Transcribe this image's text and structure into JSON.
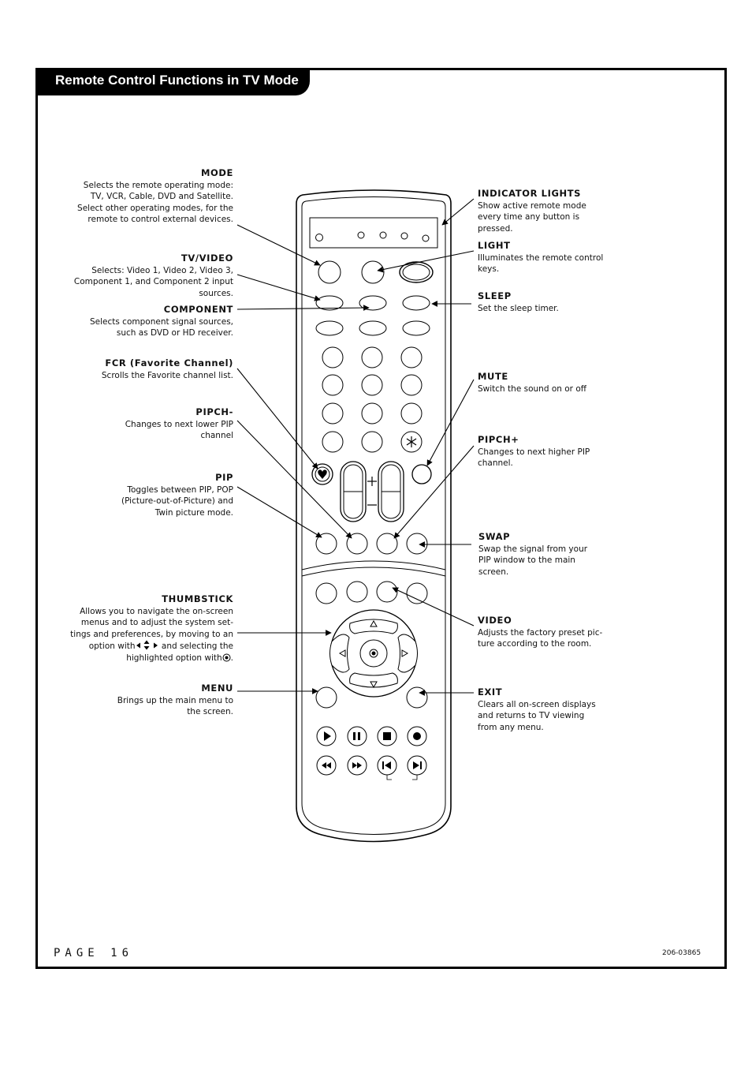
{
  "header": {
    "title": "Remote Control Functions in TV Mode"
  },
  "callouts_left": {
    "mode": {
      "label": "MODE",
      "desc": "Selects the remote operating mode: TV, VCR, Cable, DVD and Satellite. Select other operating modes, for the remote to control external devices."
    },
    "tv_video": {
      "label": "TV/VIDEO",
      "desc": "Selects: Video 1, Video 2, Video 3, Component 1, and Component 2 input sources."
    },
    "component": {
      "label": "COMPONENT",
      "desc": "Selects component signal sources, such as DVD or HD receiver."
    },
    "fcr": {
      "label": "FCR (Favorite Channel)",
      "desc": "Scrolls the Favorite channel list."
    },
    "pipch_minus": {
      "label": "PIPCH-",
      "desc": "Changes to next lower PIP channel"
    },
    "pip": {
      "label": "PIP",
      "desc": "Toggles between PIP, POP (Picture-out-of-Picture) and Twin picture mode."
    },
    "thumbstick": {
      "label": "THUMBSTICK",
      "desc_part1": "Allows you to navigate the on-screen menus and to adjust the system set-tings and preferences, by moving to an option with",
      "desc_part2": "and selecting the highlighted option with",
      "desc_part3": "."
    },
    "menu": {
      "label": "MENU",
      "desc": "Brings up the main menu to the screen."
    }
  },
  "callouts_right": {
    "indicator_lights": {
      "label": "INDICATOR LIGHTS",
      "desc": "Show active remote mode every time any button is pressed."
    },
    "light": {
      "label": "LIGHT",
      "desc": "Illuminates the remote control keys."
    },
    "sleep": {
      "label": "SLEEP",
      "desc": "Set the sleep timer."
    },
    "mute": {
      "label": "MUTE",
      "desc": "Switch the sound on or off"
    },
    "pipch_plus": {
      "label": "PIPCH+",
      "desc": "Changes to next higher PIP channel."
    },
    "swap": {
      "label": "SWAP",
      "desc": "Swap the signal from your PIP window to the main screen."
    },
    "video": {
      "label": "VIDEO",
      "desc": "Adjusts the factory preset pic-ture according to the room."
    },
    "exit": {
      "label": "EXIT",
      "desc": "Clears all on-screen displays and returns to TV viewing from any menu."
    }
  },
  "footer": {
    "page": "PAGE 16",
    "code": "206-03865"
  },
  "icons": {
    "favorite": "heart-icon",
    "star": "asterisk-icon",
    "thumbstick_up": "triangle-up-icon",
    "thumbstick_down": "triangle-down-icon",
    "thumbstick_left": "triangle-left-icon",
    "thumbstick_right": "triangle-right-icon",
    "thumbstick_center": "select-dot-icon",
    "transport": [
      "play-icon",
      "pause-icon",
      "stop-icon",
      "record-icon",
      "rewind-icon",
      "fast-forward-icon",
      "skip-back-icon",
      "skip-forward-icon"
    ]
  },
  "colors": {
    "ink": "#000000",
    "remote_body": "#ffffff"
  }
}
